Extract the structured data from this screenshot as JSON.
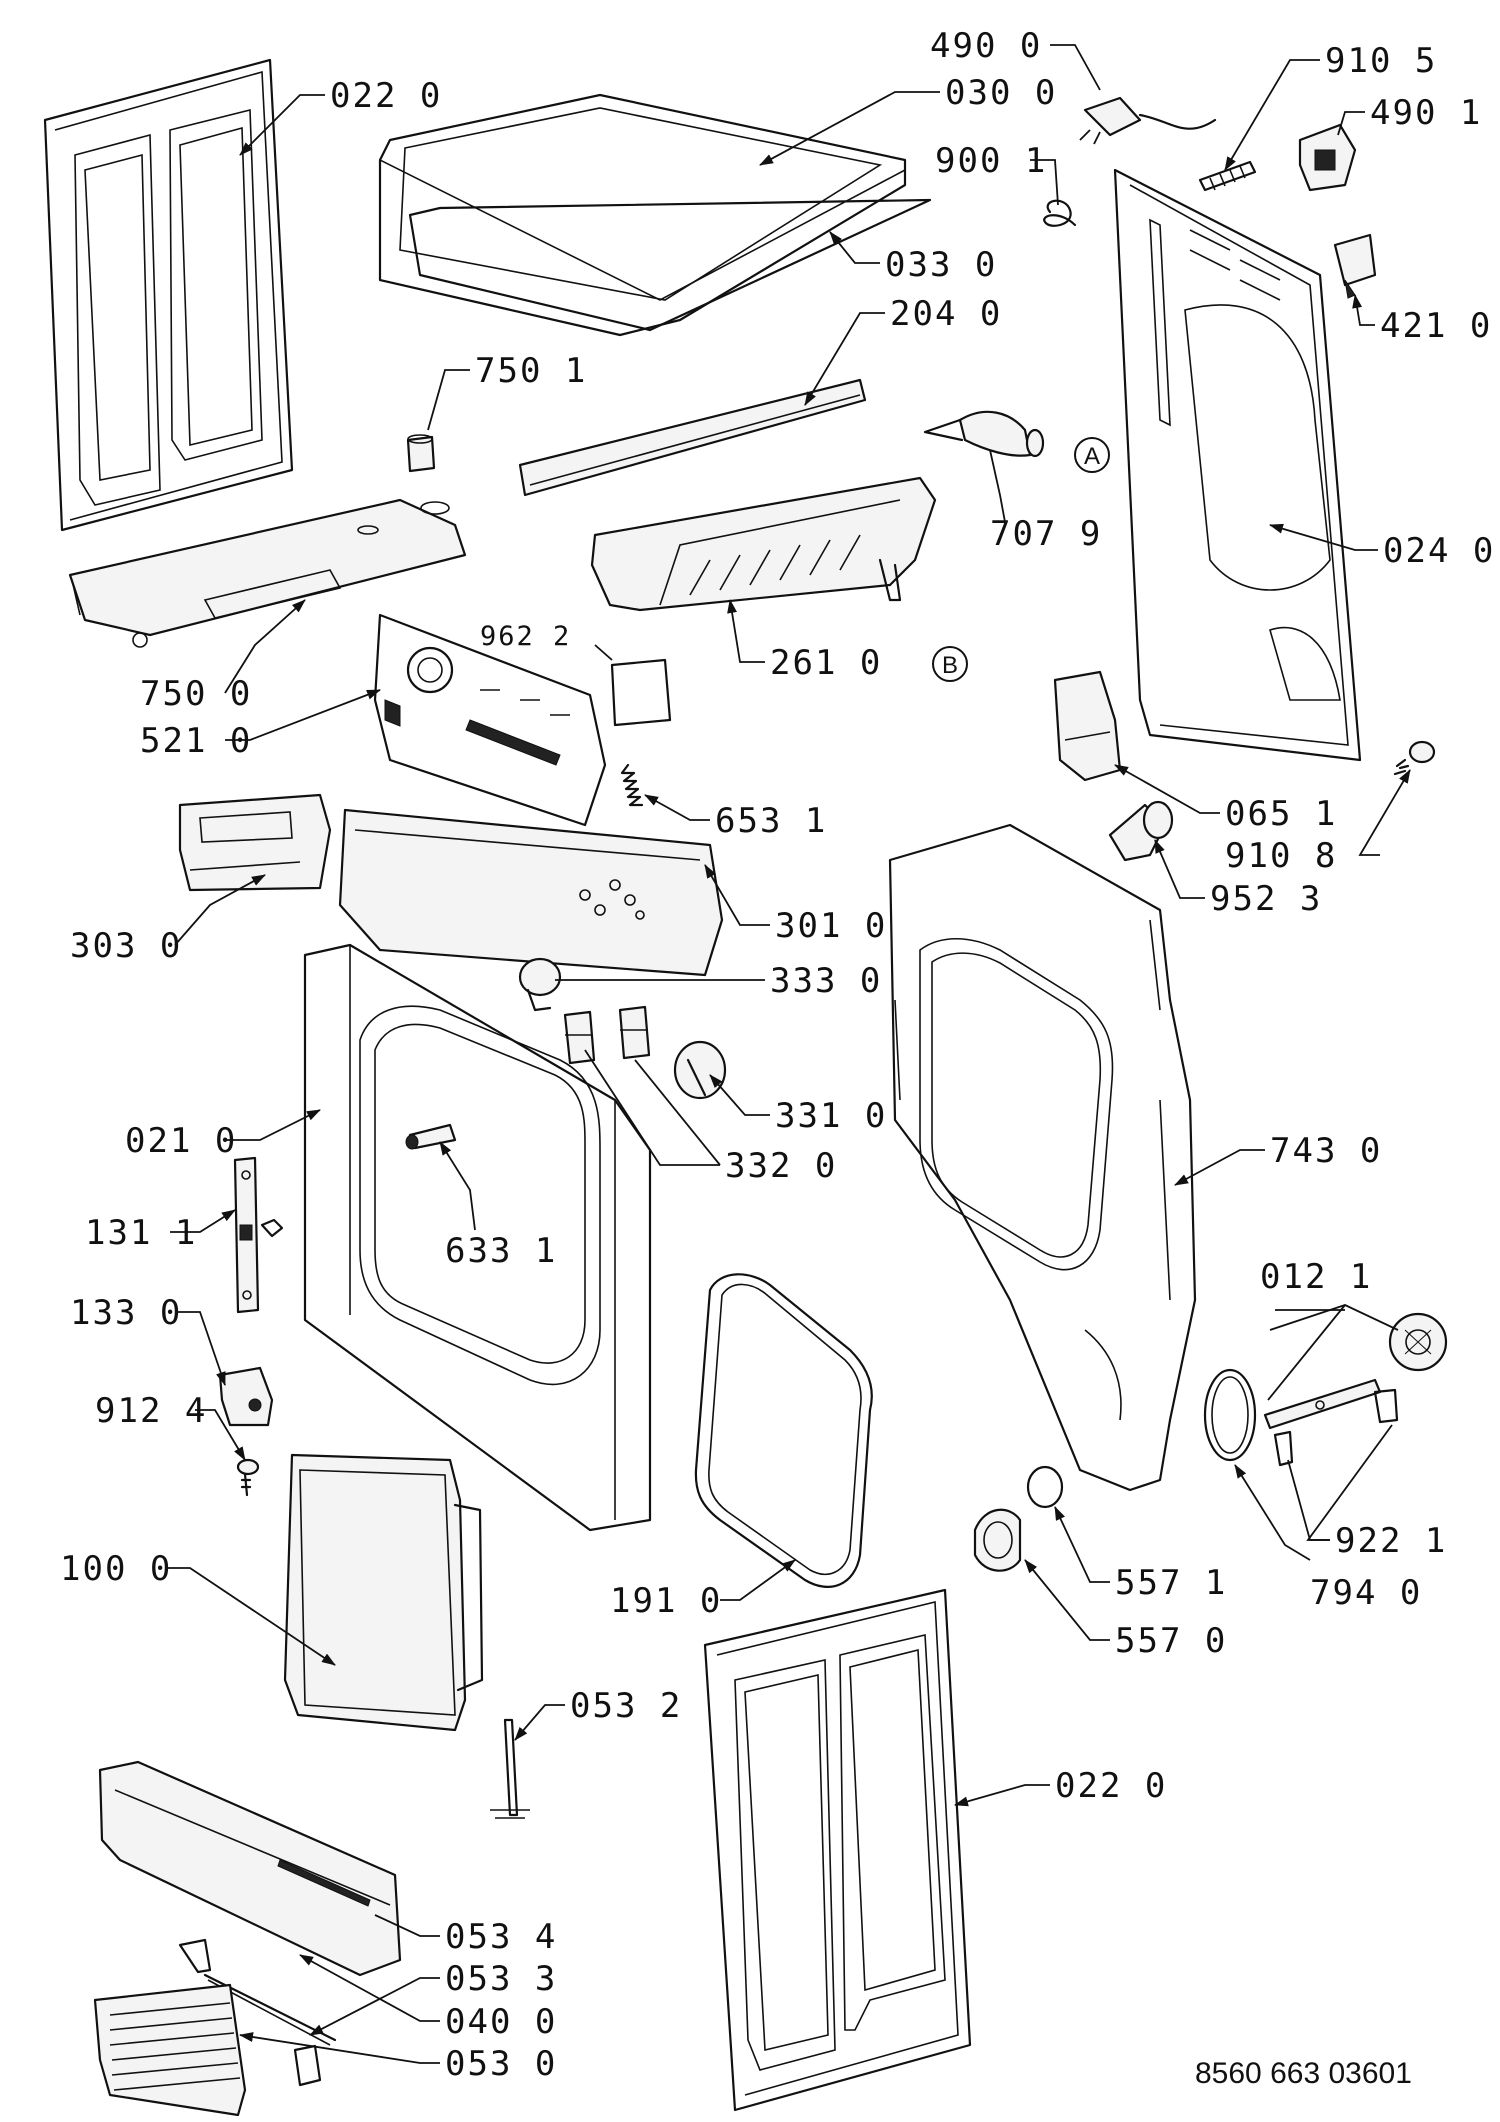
{
  "diagram_id": "8560 663 03601",
  "callouts": {
    "c022a": "022 0",
    "c030": "030 0",
    "c033": "033 0",
    "c490": "490 0",
    "c9105": "910 5",
    "c4901": "490 1",
    "c9001": "900 1",
    "c421": "421 0",
    "c204": "204 0",
    "c7501": "750 1",
    "c7079": "707 9",
    "c024": "024 0",
    "c750": "750 0",
    "c9622": "962 2",
    "c261": "261 0",
    "c521": "521 0",
    "c6531": "653 1",
    "c0651": "065 1",
    "c9108": "910 8",
    "c9523": "952 3",
    "c303": "303 0",
    "c301": "301 0",
    "c333": "333 0",
    "c331": "331 0",
    "c332": "332 0",
    "c021": "021 0",
    "c743": "743 0",
    "c1311": "131 1",
    "c6331": "633 1",
    "c0121": "012 1",
    "c133": "133 0",
    "c9124": "912 4",
    "c9221": "922 1",
    "c100": "100 0",
    "c191": "191 0",
    "c5571": "557 1",
    "c794": "794 0",
    "c557": "557 0",
    "c0532": "053 2",
    "c022b": "022 0",
    "c0534": "053 4",
    "c0533": "053 3",
    "c040": "040 0",
    "c0530": "053 0"
  },
  "refs": {
    "a": "A",
    "b": "B"
  }
}
